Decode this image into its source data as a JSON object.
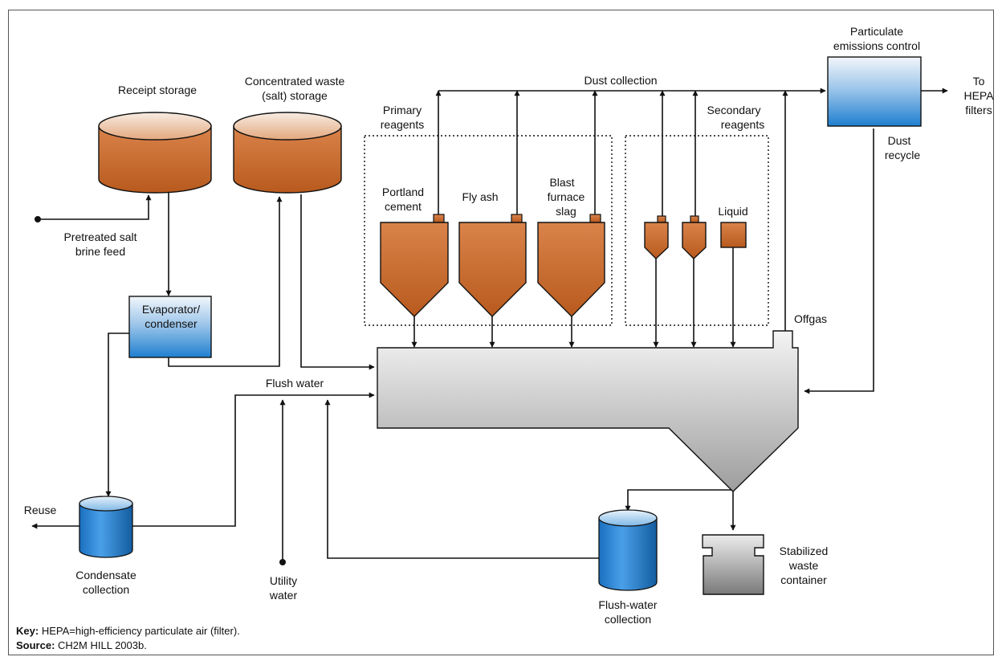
{
  "labels": {
    "receipt_storage": "Receipt storage",
    "concentrated_1": "Concentrated waste",
    "concentrated_2": "(salt) storage",
    "dust_collection": "Dust collection",
    "particulate_1": "Particulate",
    "particulate_2": "emissions control",
    "to_hepa_1": "To",
    "to_hepa_2": "HEPA",
    "to_hepa_3": "filters",
    "primary_1": "Primary",
    "primary_2": "reagents",
    "secondary_1": "Secondary",
    "secondary_2": "reagents",
    "dust_recycle_1": "Dust",
    "dust_recycle_2": "recycle",
    "portland_1": "Portland",
    "portland_2": "cement",
    "fly_ash": "Fly ash",
    "blast_1": "Blast",
    "blast_2": "furnace",
    "blast_3": "slag",
    "liquid": "Liquid",
    "pretreated_1": "Pretreated salt",
    "pretreated_2": "brine feed",
    "evaporator_1": "Evaporator/",
    "evaporator_2": "condenser",
    "offgas": "Offgas",
    "flush_water": "Flush water",
    "reuse": "Reuse",
    "condensate_1": "Condensate",
    "condensate_2": "collection",
    "utility_1": "Utility",
    "utility_2": "water",
    "flushwater_1": "Flush-water",
    "flushwater_2": "collection",
    "stabilized_1": "Stabilized",
    "stabilized_2": "waste",
    "stabilized_3": "container"
  },
  "key": {
    "key_label": "Key:",
    "key_text": "HEPA=high-efficiency particulate air (filter).",
    "source_label": "Source:",
    "source_text": "CH2M HILL 2003b."
  },
  "colors": {
    "orange": "#c8692a",
    "blue": "#1f7fd0",
    "gray": "#a9a9a9",
    "line": "#111111"
  }
}
